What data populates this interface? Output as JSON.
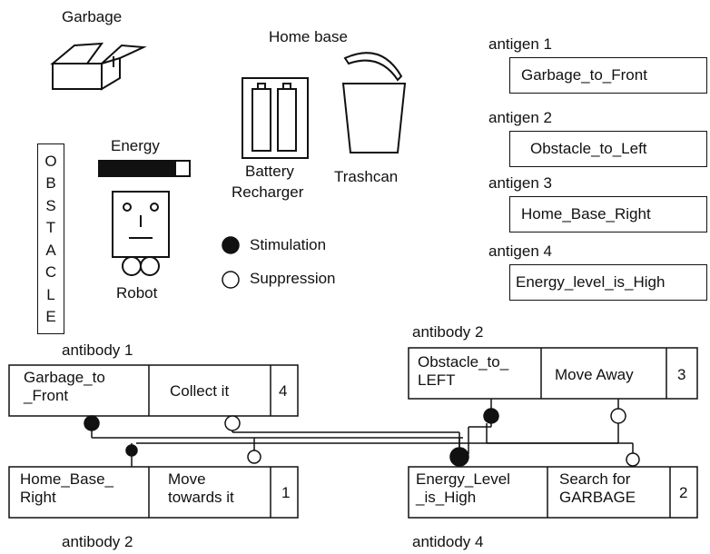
{
  "labels": {
    "garbage": "Garbage",
    "home_base": "Home base",
    "energy": "Energy",
    "battery_line1": "Battery",
    "battery_line2": "Recharger",
    "trashcan": "Trashcan",
    "robot": "Robot",
    "stimulation": "Stimulation",
    "suppression": "Suppression",
    "obstacle_letters": [
      "O",
      "B",
      "S",
      "T",
      "A",
      "C",
      "L",
      "E"
    ]
  },
  "antigens": [
    {
      "title": "antigen 1",
      "value": "Garbage_to_Front"
    },
    {
      "title": "antigen 2",
      "value": "Obstacle_to_Left"
    },
    {
      "title": "antigen 3",
      "value": "Home_Base_Right"
    },
    {
      "title": "antigen 4",
      "value": "Energy_level_is_High"
    }
  ],
  "antibodies": {
    "a": {
      "title": "antibody 1",
      "condition_line1": "Garbage_to",
      "condition_line2": "_Front",
      "action": "Collect it",
      "id": "4"
    },
    "b": {
      "title": "antibody 2",
      "condition_line1": "Obstacle_to_",
      "condition_line2": "LEFT",
      "action": "Move Away",
      "id": "3"
    },
    "c": {
      "title": "antibody 2",
      "condition_line1": "Home_Base_",
      "condition_line2": "Right",
      "action_line1": "Move",
      "action_line2": "towards it",
      "id": "1"
    },
    "d": {
      "title": "antidody 4",
      "condition_line1": "Energy_Level",
      "condition_line2": "_is_High",
      "action_line1": "Search for",
      "action_line2": "GARBAGE",
      "id": "2"
    }
  },
  "energy_level": 0.85
}
